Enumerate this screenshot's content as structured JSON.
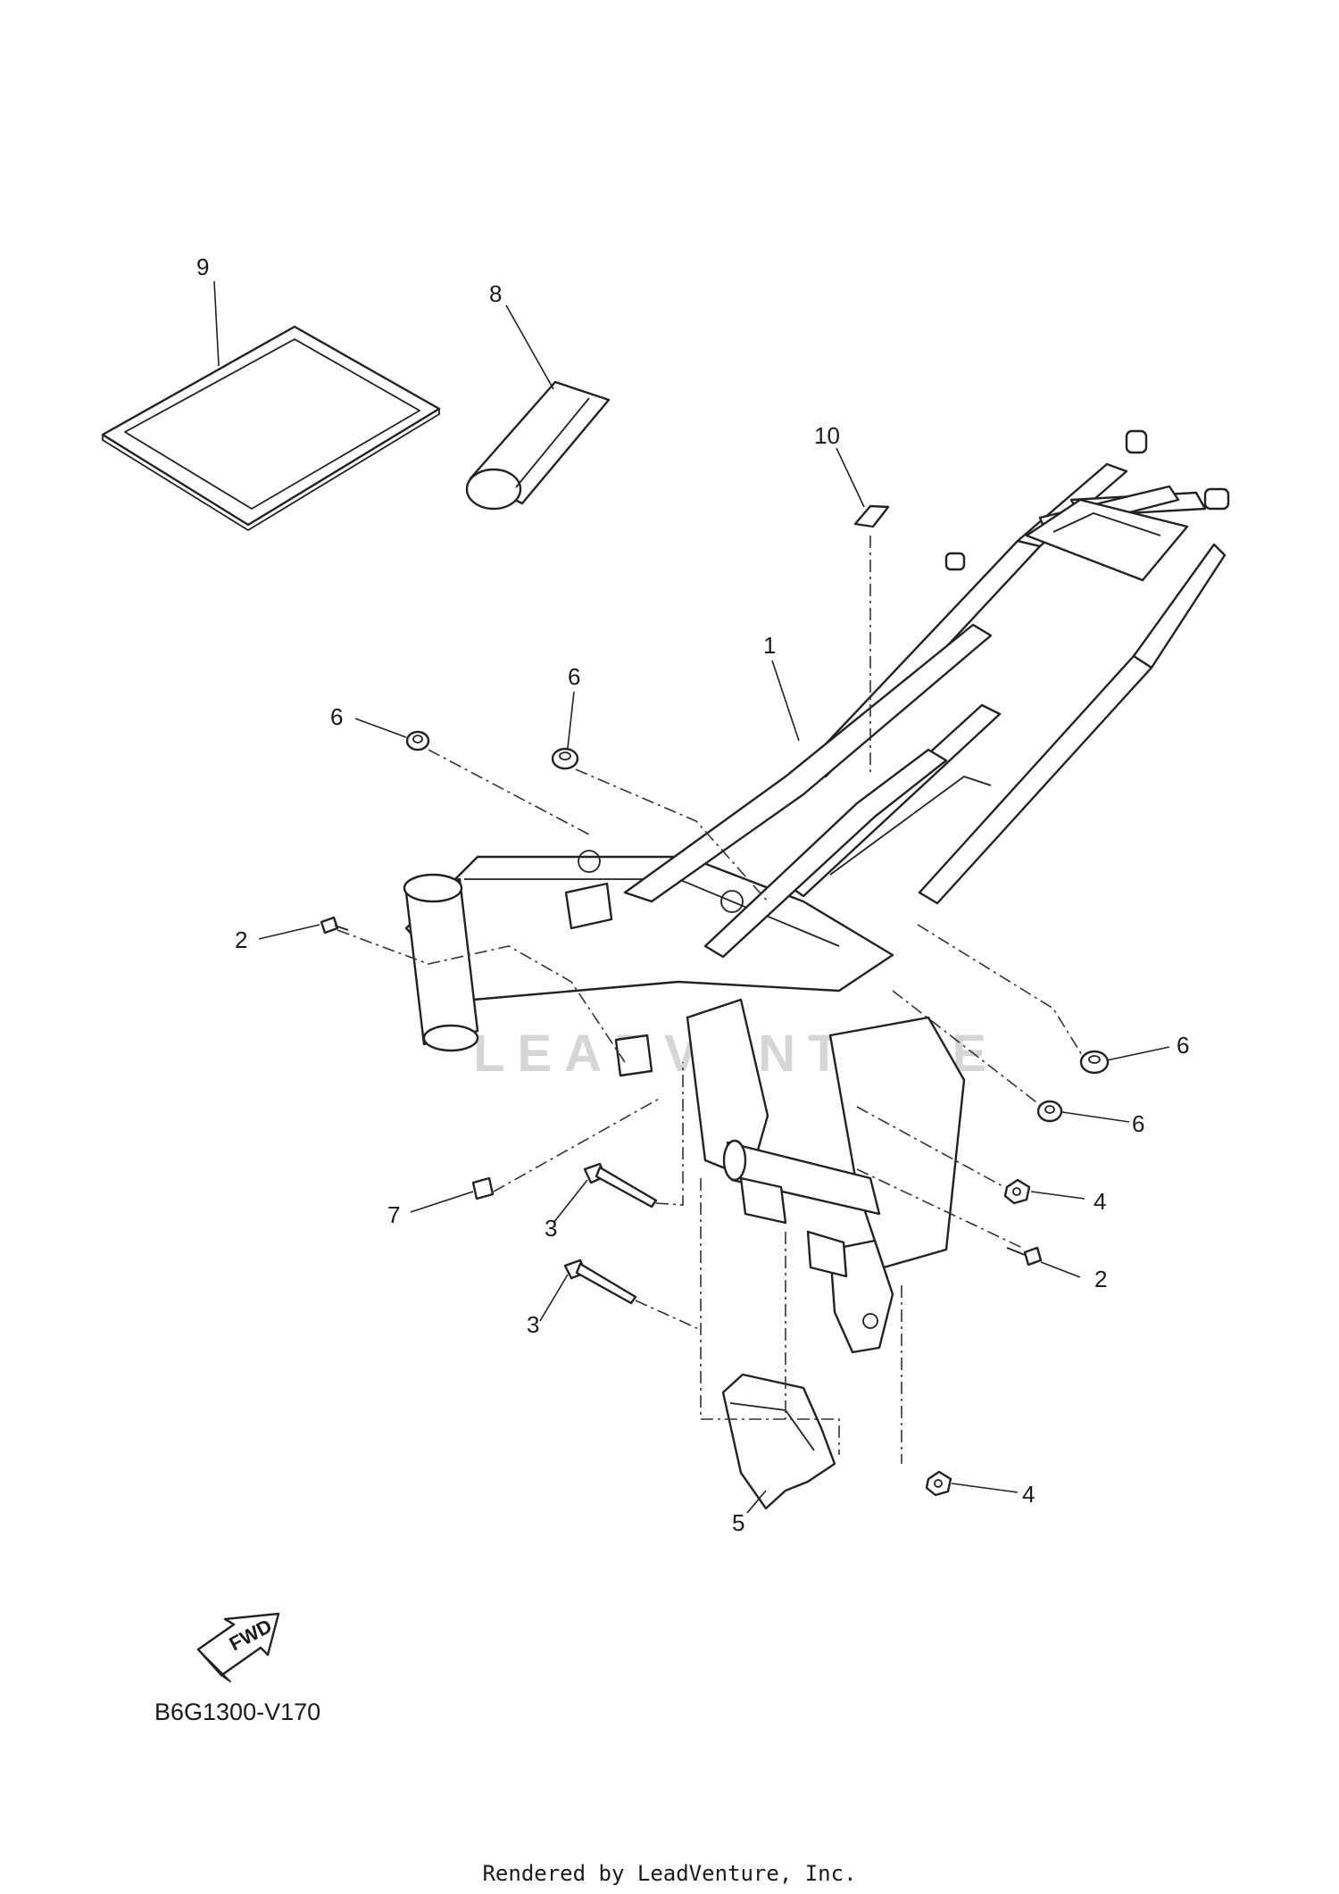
{
  "diagram": {
    "code": "B6G1300-V170",
    "fwd_label": "FWD",
    "watermark": "LEADVENTURE",
    "credit": "Rendered by LeadVenture, Inc.",
    "callouts": {
      "c1": "1",
      "c2a": "2",
      "c2b": "2",
      "c3a": "3",
      "c3b": "3",
      "c4a": "4",
      "c4b": "4",
      "c5": "5",
      "c6a": "6",
      "c6b": "6",
      "c6c": "6",
      "c6d": "6",
      "c7": "7",
      "c8": "8",
      "c9": "9",
      "c10": "10"
    }
  }
}
